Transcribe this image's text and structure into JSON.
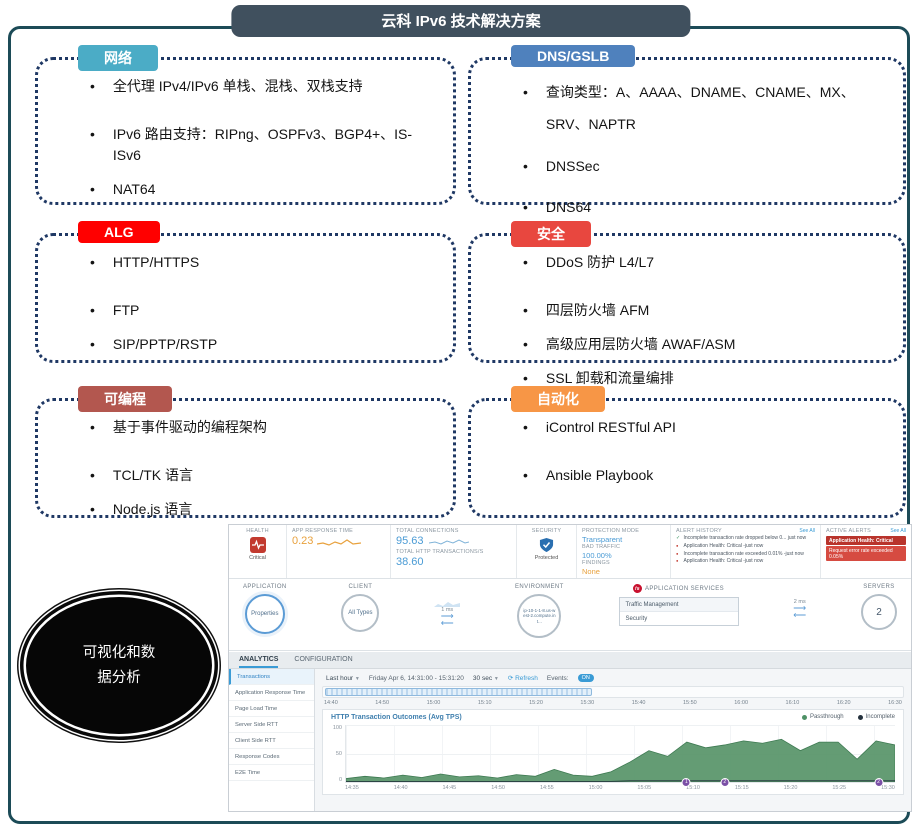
{
  "slide": {
    "title": "云科 IPv6 技术解决方案",
    "ellipse_label": "可视化和数据分析",
    "boxes": [
      {
        "tab": "网络",
        "tab_color": "#4BACC6",
        "bullets": [
          "全代理 IPv4/IPv6 单栈、混栈、双栈支持",
          "IPv6 路由支持：RIPng、OSPFv3、BGP4+、IS-ISv6",
          "NAT64"
        ]
      },
      {
        "tab": "DNS/GSLB",
        "tab_color": "#4F81BD",
        "bullets": [
          "查询类型：A、AAAA、DNAME、CNAME、MX、SRV、NAPTR",
          "DNSSec",
          "DNS64"
        ]
      },
      {
        "tab": "ALG",
        "tab_color": "#FF0000",
        "bullets": [
          "HTTP/HTTPS",
          "FTP",
          "SIP/PPTP/RSTP"
        ]
      },
      {
        "tab": "安全",
        "tab_color": "#E8473F",
        "bullets": [
          "DDoS 防护 L4/L7",
          "四层防火墙 AFM",
          "高级应用层防火墙 AWAF/ASM",
          "SSL 卸载和流量编排"
        ]
      },
      {
        "tab": "可编程",
        "tab_color": "#B3574F",
        "bullets": [
          "基于事件驱动的编程架构",
          "TCL/TK 语言",
          "Node.js 语言"
        ]
      },
      {
        "tab": "自动化",
        "tab_color": "#F79646",
        "bullets": [
          "iControl RESTful API",
          "Ansible Playbook"
        ]
      }
    ]
  },
  "dashboard": {
    "metrics": {
      "health_label": "HEALTH",
      "health_status": "Critical",
      "art_label": "APP RESPONSE TIME",
      "art_value": "0.23",
      "tc_label": "TOTAL CONNECTIONS",
      "tc_value": "95.63",
      "tt_label": "TOTAL HTTP TRANSACTIONS/S",
      "tt_value": "38.60",
      "security_label": "SECURITY",
      "security_status": "Protected",
      "pm_label": "PROTECTION MODE",
      "pm_value": "Transparent",
      "bt_label": "BAD TRAFFIC",
      "bt_value": "100.00%",
      "findings_label": "FINDINGS",
      "findings_value": "None",
      "alert_history_label": "ALERT HISTORY",
      "see_all": "See All",
      "alert_history": [
        {
          "icon": "ok",
          "text": "Incomplete transaction rate dropped below 0... just now"
        },
        {
          "icon": "crit",
          "text": "Application Health: Critical -just now"
        },
        {
          "icon": "crit",
          "text": "Incomplete transaction rate exceeded 0.01% -just now"
        },
        {
          "icon": "crit",
          "text": "Application Health: Critical -just now"
        }
      ],
      "active_alerts_label": "ACTIVE ALERTS",
      "active_alerts": [
        "Application Health: Critical",
        "Request error rate exceeded 0.05%"
      ]
    },
    "map": {
      "columns": [
        "APPLICATION",
        "CLIENT",
        "ENVIRONMENT",
        "APPLICATION SERVICES",
        "SERVERS"
      ],
      "application_node": "Properties",
      "client_node": "All Types",
      "environment_node": "ip-10-1-1-8.us-west-2.compute.int...",
      "services": [
        "Traffic Management",
        "Security"
      ],
      "servers_node": "2",
      "latency_client": "1 ms",
      "latency_server": "2 ms"
    },
    "analytics": {
      "tabs": [
        "ANALYTICS",
        "CONFIGURATION"
      ],
      "sidebar": [
        "Transactions",
        "Application Response Time",
        "Page Load Time",
        "Server Side RTT",
        "Client Side RTT",
        "Response Codes",
        "E2E Time"
      ],
      "range_label": "Last hour",
      "range_value": "Friday Apr 6, 14:31:00 - 15:31:20",
      "interval": "30 sec",
      "refresh": "Refresh",
      "events_label": "Events:",
      "events_state": "ON",
      "timeline_ticks": [
        "14:40",
        "14:50",
        "15:00",
        "15:10",
        "15:20",
        "15:30",
        "15:40",
        "15:50",
        "16:00",
        "16:10",
        "16:20",
        "16:30"
      ]
    }
  },
  "chart_data": {
    "type": "area",
    "title": "HTTP Transaction Outcomes (Avg TPS)",
    "ylim": [
      0,
      100
    ],
    "yticks": [
      0,
      50,
      100
    ],
    "xticks": [
      "14:35",
      "14:40",
      "14:45",
      "14:50",
      "14:55",
      "15:00",
      "15:05",
      "15:10",
      "15:15",
      "15:20",
      "15:25",
      "15:30"
    ],
    "legend_colors": [
      "#4e9166",
      "#24313d"
    ],
    "series": [
      {
        "name": "Passthrough",
        "values": [
          6,
          10,
          7,
          12,
          8,
          14,
          9,
          11,
          7,
          13,
          10,
          22,
          12,
          10,
          18,
          35,
          55,
          45,
          70,
          60,
          65,
          72,
          68,
          75,
          55,
          70,
          70,
          40,
          72,
          65
        ]
      },
      {
        "name": "Incomplete",
        "values": [
          1,
          1,
          1,
          1,
          1,
          1,
          1,
          1,
          1,
          1,
          1,
          1,
          1,
          1,
          1,
          2,
          2,
          2,
          2,
          2,
          2,
          2,
          2,
          2,
          2,
          2,
          2,
          2,
          2,
          2
        ]
      }
    ],
    "event_markers": [
      {
        "pos": 0.62,
        "count": 1
      },
      {
        "pos": 0.69,
        "count": 2
      },
      {
        "pos": 0.97,
        "count": 2
      }
    ]
  }
}
